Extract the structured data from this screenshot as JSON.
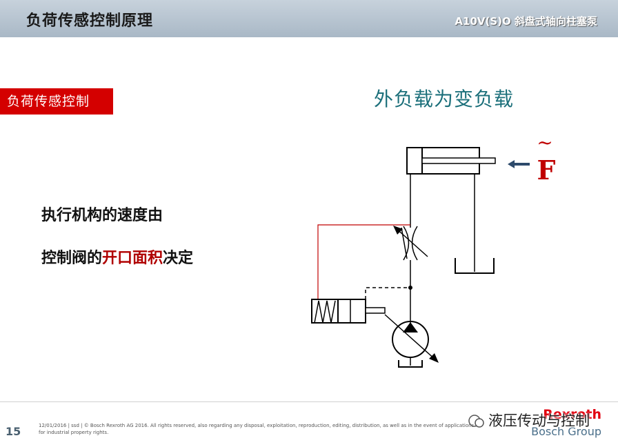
{
  "header": {
    "title": "负荷传感控制原理",
    "product": "A10V(S)O 斜盘式轴向柱塞泵"
  },
  "tag": "负荷传感控制",
  "load_title": "外负载为变负载",
  "force": {
    "symbol": "F",
    "tilde": "~"
  },
  "body": {
    "line1": "执行机构的速度由",
    "line2_prefix": "控制阀的",
    "line2_highlight": "开口面积",
    "line2_suffix": "决定"
  },
  "footer": {
    "page": "15",
    "legal": "12/01/2016 | ssd | © Bosch Rexroth AG 2016. All rights reserved, also regarding any disposal, exploitation, reproduction, editing, distribution, as well as in the event of applications for industrial property rights.",
    "brand": "Rexroth",
    "group": "Bosch Group",
    "watermark": "液压传动与控制"
  },
  "colors": {
    "accent_red": "#d40000",
    "title_teal": "#1b6f7a",
    "header_bg": "#b7c5d2"
  }
}
